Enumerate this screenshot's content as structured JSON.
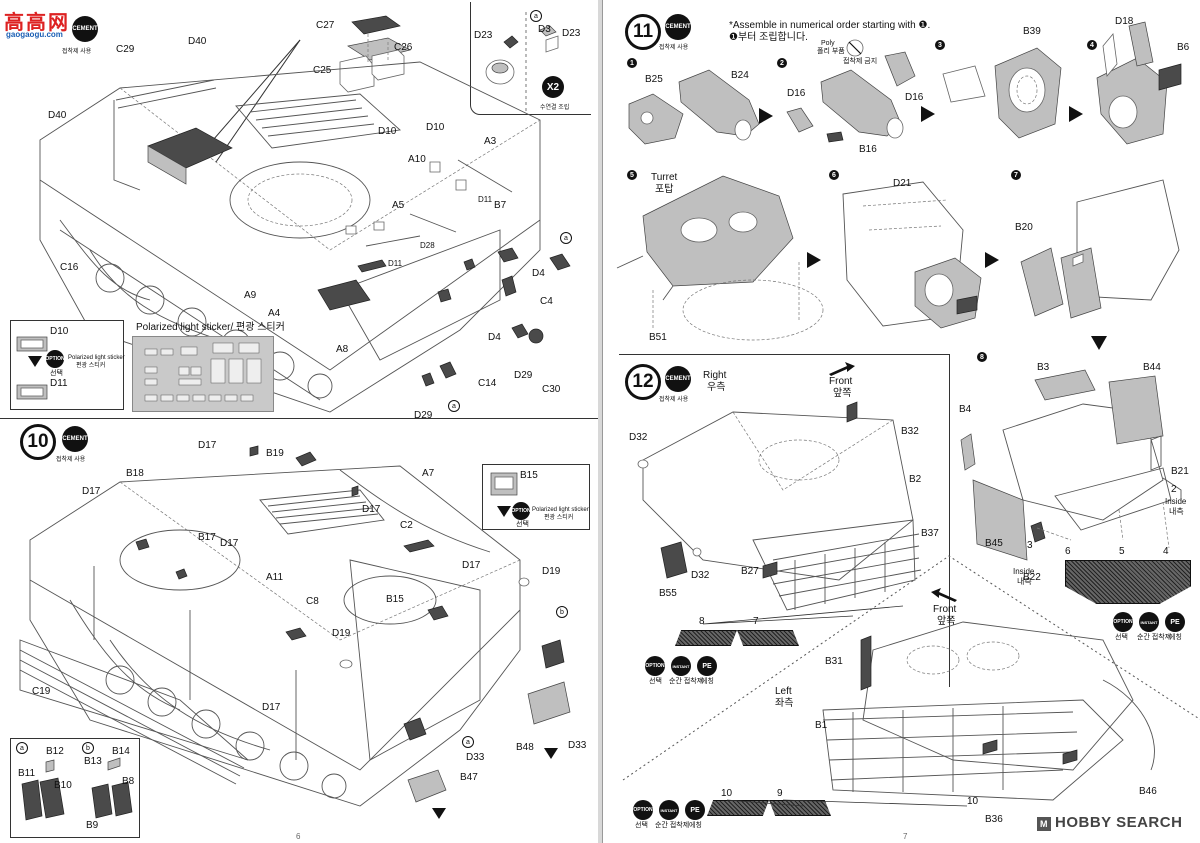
{
  "watermark_top": "gaogaogu.com",
  "watermark_bottom": "HOBBY SEARCH",
  "page_left": {
    "number": "6",
    "inset_top": {
      "parts": [
        "C27",
        "C26",
        "C25"
      ]
    },
    "inset_top_right": {
      "parts": [
        "D23",
        "D3",
        "D23"
      ],
      "x2_label": "X2",
      "x2_note": "수연결 조립",
      "circle_letter": "a"
    },
    "step9_labels": [
      "C29",
      "D40",
      "D40",
      "C16",
      "D10",
      "D10",
      "A3",
      "A10",
      "D11",
      "B7",
      "A5",
      "D28",
      "D11",
      "D4",
      "C4",
      "A9",
      "A4",
      "A8",
      "D4",
      "C14",
      "D29",
      "C30",
      "D29"
    ],
    "circle_letters": [
      "a",
      "a"
    ],
    "sticker_inset": {
      "part_top": "D10",
      "part_bottom": "D11",
      "option_label": "OPTION",
      "option_sub": "선택",
      "sticker_note": "Polarized light sticker",
      "sticker_note_kr": "편광 스티커"
    },
    "sticker_sheet_title": "Polarized light sticker/ 편광 스티커",
    "step10": {
      "number": "10",
      "cement_label": "CEMENT",
      "cement_sub": "접착제 사용",
      "labels": [
        "D17",
        "B19",
        "A7",
        "D17",
        "B18",
        "D17",
        "B17",
        "D17",
        "C2",
        "D17",
        "D19",
        "A11",
        "C8",
        "B15",
        "D19",
        "D17",
        "C19",
        "D33",
        "B48",
        "D33",
        "B47"
      ],
      "circle_letters": [
        "a",
        "b"
      ]
    },
    "b15_inset": {
      "part": "B15",
      "option_label": "OPTION",
      "option_sub": "선택",
      "sticker_note": "Polarized light sticker",
      "sticker_note_kr": "편광 스티커"
    },
    "sub_inset": {
      "a": [
        "B12",
        "B11",
        "B10"
      ],
      "b": [
        "B14",
        "B13",
        "B8",
        "B9"
      ]
    }
  },
  "page_right": {
    "number": "7",
    "step11": {
      "number": "11",
      "cement_label": "CEMENT",
      "cement_sub": "접착제 사용",
      "instruction_en": "*Assemble in numerical order starting with ❶.",
      "instruction_kr": "❶부터 조립합니다.",
      "substeps": [
        "❶",
        "❷",
        "❸",
        "❹",
        "❺",
        "❻",
        "❼",
        "❽"
      ],
      "poly_label": "Poly",
      "poly_label_kr": "폴리 부품",
      "no_cement_note": "접착제 금지",
      "labels": [
        "B25",
        "B24",
        "D16",
        "D16",
        "B16",
        "B39",
        "D18",
        "B6",
        "D21",
        "B20",
        "B51",
        "B3",
        "B44",
        "B4",
        "B21",
        "B45",
        "B22"
      ],
      "turret_label": "Turret",
      "turret_label_kr": "포탑",
      "inside_label": "Inside",
      "inside_label_kr": "내측",
      "numbers": [
        "2",
        "3",
        "6",
        "5",
        "4"
      ]
    },
    "step12": {
      "number": "12",
      "cement_label": "CEMENT",
      "cement_sub": "접착제 사용",
      "right_label": "Right",
      "right_label_kr": "우측",
      "front_label": "Front",
      "front_label_kr": "앞쪽",
      "left_label": "Left",
      "left_label_kr": "좌측",
      "labels": [
        "D32",
        "B32",
        "B2",
        "B37",
        "B55",
        "D32",
        "B27",
        "B31",
        "B1",
        "B46",
        "B36"
      ],
      "numbers": [
        "8",
        "7",
        "10",
        "9",
        "10"
      ]
    },
    "legend": [
      {
        "code": "OPTION",
        "text": "선택"
      },
      {
        "code": "INSTANT CEMENT",
        "text": "순간 접착제"
      },
      {
        "code": "PE",
        "text": "에칭"
      }
    ]
  }
}
